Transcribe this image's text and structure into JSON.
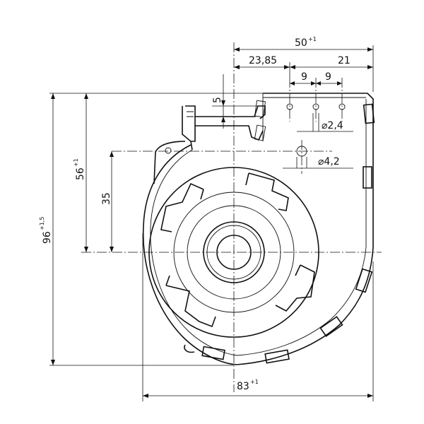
{
  "dimensions": {
    "width_total": {
      "value": "50",
      "tol": "+1"
    },
    "d_23_85": {
      "value": "23,85"
    },
    "d_21": {
      "value": "21"
    },
    "d_9a": {
      "value": "9"
    },
    "d_9b": {
      "value": "9"
    },
    "d_5": {
      "value": "5"
    },
    "hole_small": {
      "value": "⌀2,4"
    },
    "hole_large": {
      "value": "⌀4,2"
    },
    "h_35": {
      "value": "35"
    },
    "h_56": {
      "value": "56",
      "tol": "+1"
    },
    "h_96": {
      "value": "96",
      "tol": "+1,5"
    },
    "w_83": {
      "value": "83",
      "tol": "+1"
    }
  }
}
